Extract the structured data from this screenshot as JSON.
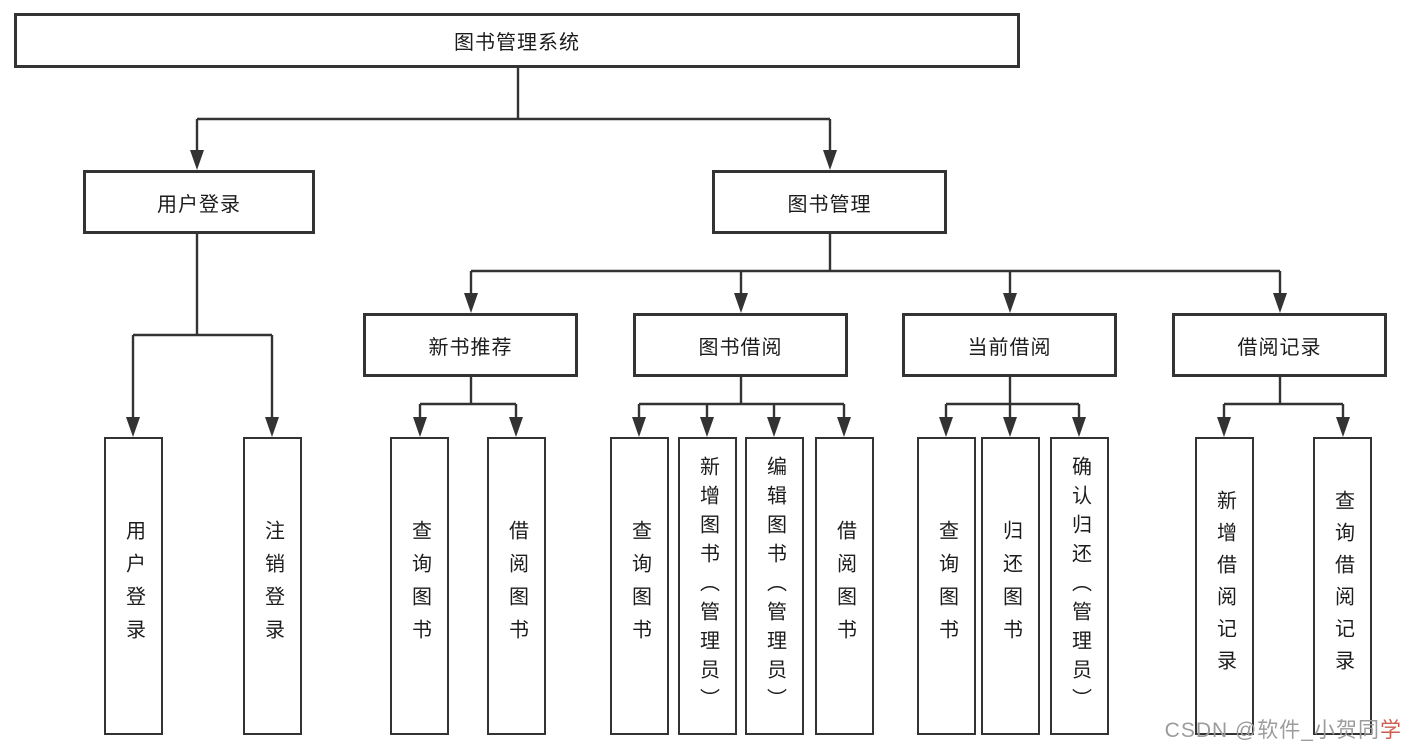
{
  "diagram": {
    "root": {
      "label": "图书管理系统"
    },
    "level2": [
      {
        "label": "用户登录"
      },
      {
        "label": "图书管理"
      }
    ],
    "level3": [
      {
        "label": "新书推荐"
      },
      {
        "label": "图书借阅"
      },
      {
        "label": "当前借阅"
      },
      {
        "label": "借阅记录"
      }
    ],
    "leaves": {
      "login": [
        {
          "label": "用户登录"
        },
        {
          "label": "注销登录"
        }
      ],
      "recommend": [
        {
          "label": "查询图书"
        },
        {
          "label": "借阅图书"
        }
      ],
      "borrow": [
        {
          "label": "查询图书"
        },
        {
          "label": "新增图书（管理员）"
        },
        {
          "label": "编辑图书（管理员）"
        },
        {
          "label": "借阅图书"
        }
      ],
      "current": [
        {
          "label": "查询图书"
        },
        {
          "label": "归还图书"
        },
        {
          "label": "确认归还（管理员）"
        }
      ],
      "records": [
        {
          "label": "新增借阅记录"
        },
        {
          "label": "查询借阅记录"
        }
      ]
    }
  },
  "watermark": {
    "text": "CSDN @软件_小贺同",
    "accent": "学"
  },
  "colors": {
    "line": "#333333",
    "box_border": "#333333",
    "text": "#1c1c1c",
    "background": "#ffffff",
    "watermark": "#9c9c9c",
    "watermark_accent": "#cb5f52"
  }
}
